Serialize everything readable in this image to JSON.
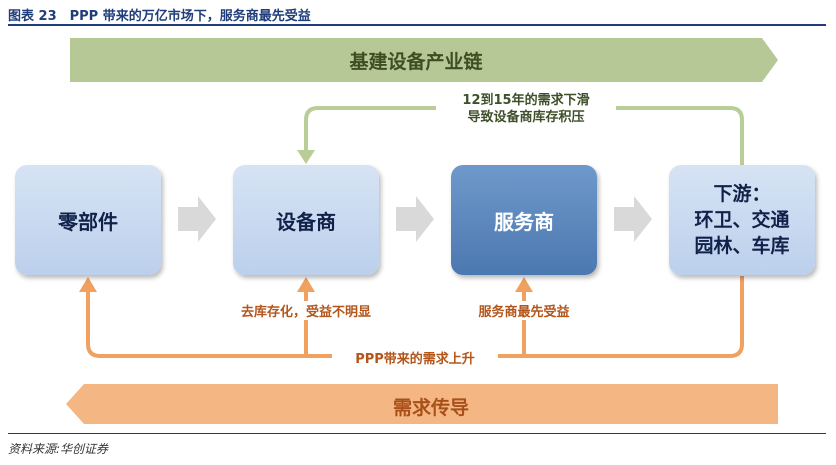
{
  "figure": {
    "title": "图表 23　PPP 带来的万亿市场下，服务商最先受益",
    "source": "资料来源:华创证券"
  },
  "top_banner": {
    "label": "基建设备产业链",
    "color": "#b5c896",
    "text_color": "#3e4d22"
  },
  "bottom_banner": {
    "label": "需求传导",
    "color": "#f4b784",
    "text_color": "#a9501a"
  },
  "nodes": [
    {
      "id": "parts",
      "label": "零部件"
    },
    {
      "id": "equipment",
      "label": "设备商"
    },
    {
      "id": "service",
      "label": "服务商"
    },
    {
      "id": "downstream",
      "lines": [
        "下游：",
        "环卫、交通",
        "园林、车库"
      ]
    }
  ],
  "feedback_note": {
    "lines": [
      "12到15年的需求下滑",
      "导致设备商库存积压"
    ]
  },
  "notes": {
    "equipment": "去库存化，受益不明显",
    "service": "服务商最先受益",
    "demand": "PPP带来的需求上升"
  },
  "colors": {
    "flow_arrow": "#d9d9d9",
    "green_line": "#b9cd96",
    "orange_line": "#f0a160"
  }
}
